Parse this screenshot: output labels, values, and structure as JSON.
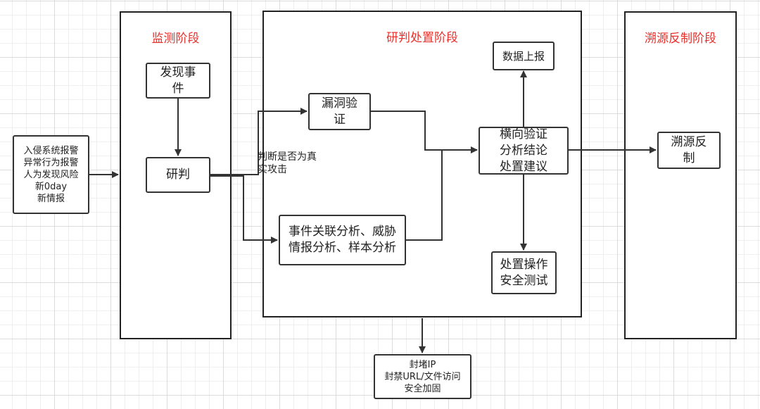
{
  "stages": {
    "monitor": "监测阶段",
    "analyze": "研判处置阶段",
    "trace": "溯源反制阶段"
  },
  "nodes": {
    "input": "入侵系统报警\n异常行为报警\n人为发现风险\n新0day\n新情报",
    "discover": "发现事\n件",
    "judge": "研判",
    "vuln": "漏洞验\n证",
    "correlate": "事件关联分析、威胁\n情报分析、样本分析",
    "lateral": "横向验证\n分析结论\n处置建议",
    "report": "数据上报",
    "operate": "处置操作\n安全测试",
    "trace": "溯源反\n制",
    "block": "封堵IP\n封禁URL/文件访问\n安全加固"
  },
  "annotation": "判断是否为真\n实攻击",
  "colors": {
    "stage_title": "#e8312c",
    "line": "#333333"
  }
}
